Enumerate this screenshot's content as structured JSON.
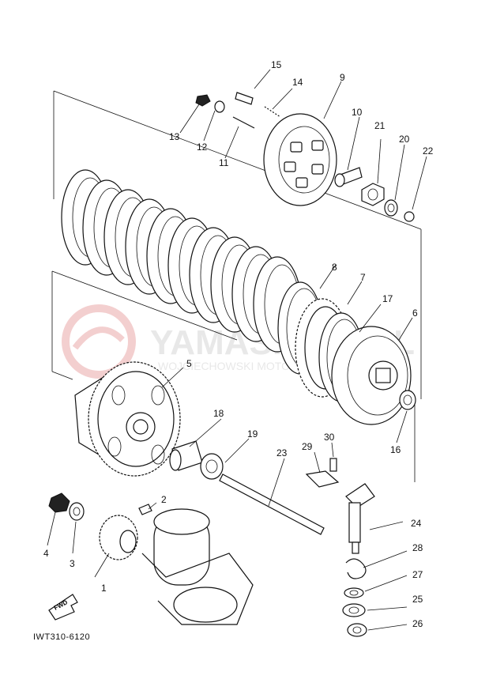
{
  "figure_code": "IWT310-6120",
  "watermark": {
    "brand": "YAMASKLEP.PL",
    "subtitle": "WOJCIECHOWSKI MOTO YAMAHA"
  },
  "fwd_label": "FWD",
  "callouts": [
    {
      "id": "1",
      "text": "1"
    },
    {
      "id": "2",
      "text": "2"
    },
    {
      "id": "3",
      "text": "3"
    },
    {
      "id": "4",
      "text": "4"
    },
    {
      "id": "5",
      "text": "5"
    },
    {
      "id": "6",
      "text": "6"
    },
    {
      "id": "7",
      "text": "7"
    },
    {
      "id": "8",
      "text": "8"
    },
    {
      "id": "9",
      "text": "9"
    },
    {
      "id": "10",
      "text": "10"
    },
    {
      "id": "11",
      "text": "11"
    },
    {
      "id": "12",
      "text": "12"
    },
    {
      "id": "13",
      "text": "13"
    },
    {
      "id": "14",
      "text": "14"
    },
    {
      "id": "15",
      "text": "15"
    },
    {
      "id": "16",
      "text": "16"
    },
    {
      "id": "17",
      "text": "17"
    },
    {
      "id": "18",
      "text": "18"
    },
    {
      "id": "19",
      "text": "19"
    },
    {
      "id": "20",
      "text": "20"
    },
    {
      "id": "21",
      "text": "21"
    },
    {
      "id": "22",
      "text": "22"
    },
    {
      "id": "23",
      "text": "23"
    },
    {
      "id": "24",
      "text": "24"
    },
    {
      "id": "25",
      "text": "25"
    },
    {
      "id": "26",
      "text": "26"
    },
    {
      "id": "27",
      "text": "27"
    },
    {
      "id": "28",
      "text": "28"
    },
    {
      "id": "29",
      "text": "29"
    },
    {
      "id": "30",
      "text": "30"
    }
  ],
  "colors": {
    "ink": "#111111",
    "watermark": "#e6e6e6",
    "watermark_logo": "#f2caca"
  }
}
